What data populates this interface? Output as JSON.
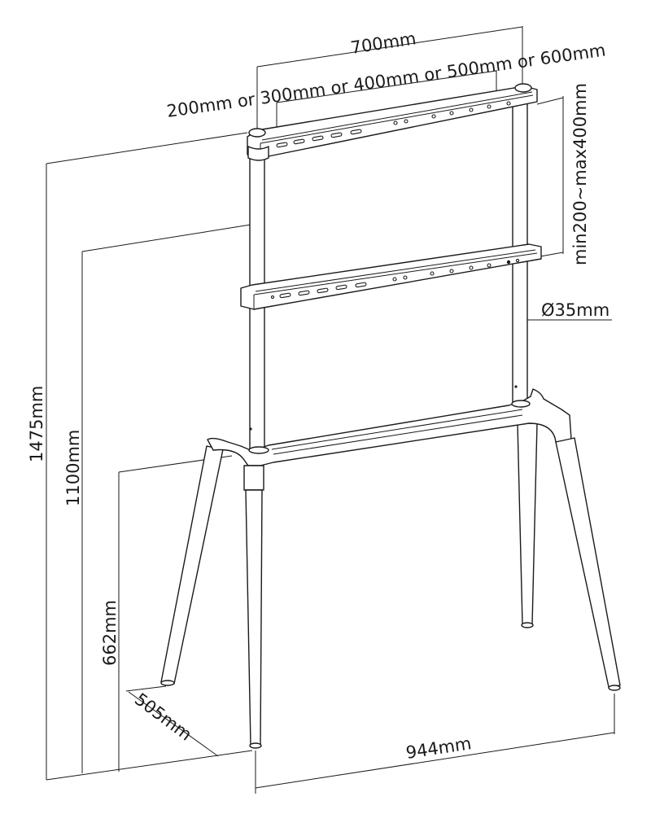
{
  "diagram": {
    "title": "TV easel floor stand dimension drawing",
    "stroke_color": "#1a1a1a",
    "background_color": "#ffffff",
    "dimensions": {
      "bracket_width": "700mm",
      "vesa_horizontal": "200mm or 300mm or 400mm or 500mm or 600mm",
      "vesa_vertical": "min200~max400mm",
      "pole_diameter": "Ø35mm",
      "total_height": "1475mm",
      "max_mount_height": "1100mm",
      "frame_height": "662mm",
      "depth": "505mm",
      "footprint_width": "944mm"
    },
    "components": [
      "upper-vesa-bracket",
      "lower-vesa-bracket",
      "left-pole",
      "right-pole",
      "base-crossbar",
      "front-left-leg",
      "back-left-leg",
      "front-right-leg",
      "back-right-leg"
    ]
  }
}
